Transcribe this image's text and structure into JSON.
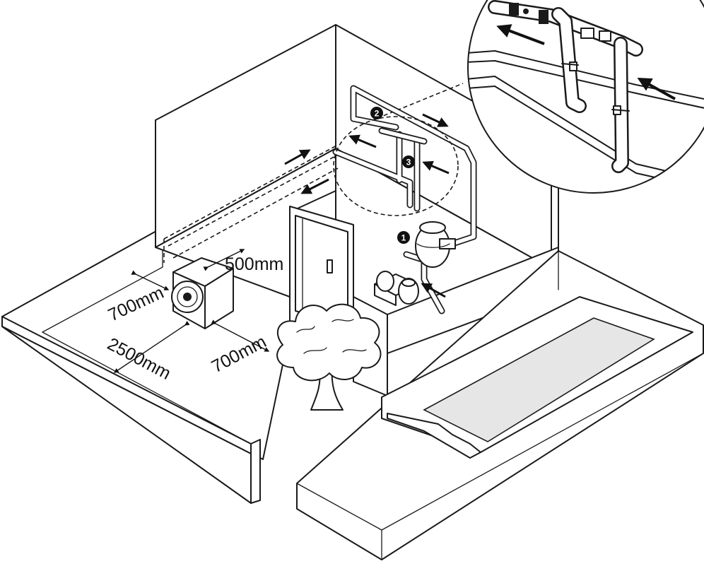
{
  "dimensions": {
    "gap_left": "700mm",
    "gap_rear": "500mm",
    "gap_front": "700mm",
    "clearance_front": "2500mm"
  },
  "markers": [
    "1",
    "2",
    "3"
  ],
  "colors": {
    "line": "#1a1a1a",
    "pool_water": "#e6e6e6",
    "arrow": "#111111"
  }
}
